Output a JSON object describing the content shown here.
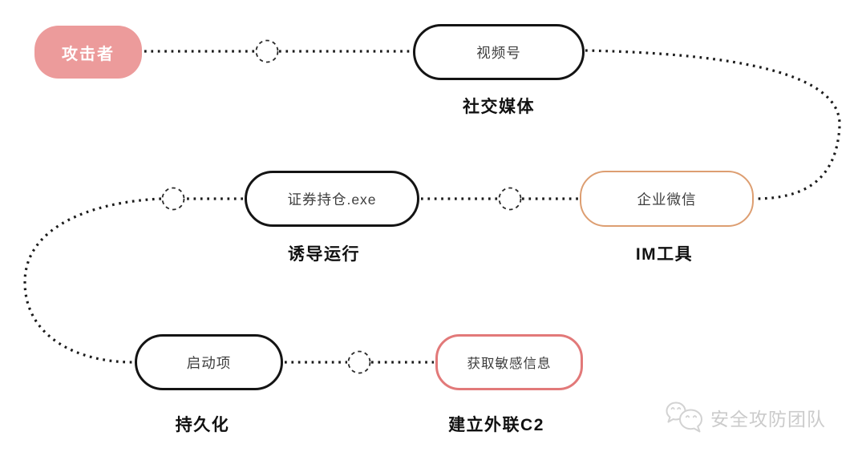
{
  "diagram": {
    "title_semantic": "attack-chain-flow",
    "nodes": [
      {
        "id": "attacker",
        "text": "攻击者"
      },
      {
        "id": "video-account",
        "text": "视频号",
        "stage_label": "社交媒体"
      },
      {
        "id": "lure-exe",
        "text": "证券持仓.exe",
        "stage_label": "诱导运行"
      },
      {
        "id": "wecom",
        "text": "企业微信",
        "stage_label": "IM工具"
      },
      {
        "id": "startup-item",
        "text": "启动项",
        "stage_label": "持久化"
      },
      {
        "id": "sensitive-info",
        "text": "获取敏感信息",
        "stage_label": "建立外联C2"
      }
    ],
    "flow_order": [
      "攻击者",
      "视频号(社交媒体)",
      "企业微信(IM工具)",
      "证券持仓.exe(诱导运行)",
      "启动项(持久化)",
      "获取敏感信息(建立外联C2)"
    ]
  },
  "watermark": {
    "icon": "wechat-icon",
    "team_name": "安全攻防团队"
  },
  "colors": {
    "attacker-fill": "#ec9b9b",
    "black-border": "#141414",
    "orange-border": "#dd9e71",
    "red-border": "#e27979",
    "node-text": "#3d3d3d",
    "label-text": "#111111",
    "line-color": "#1b1b1b",
    "joint-color": "#2a2a2a",
    "watermark-color": "#cbcbcb"
  }
}
